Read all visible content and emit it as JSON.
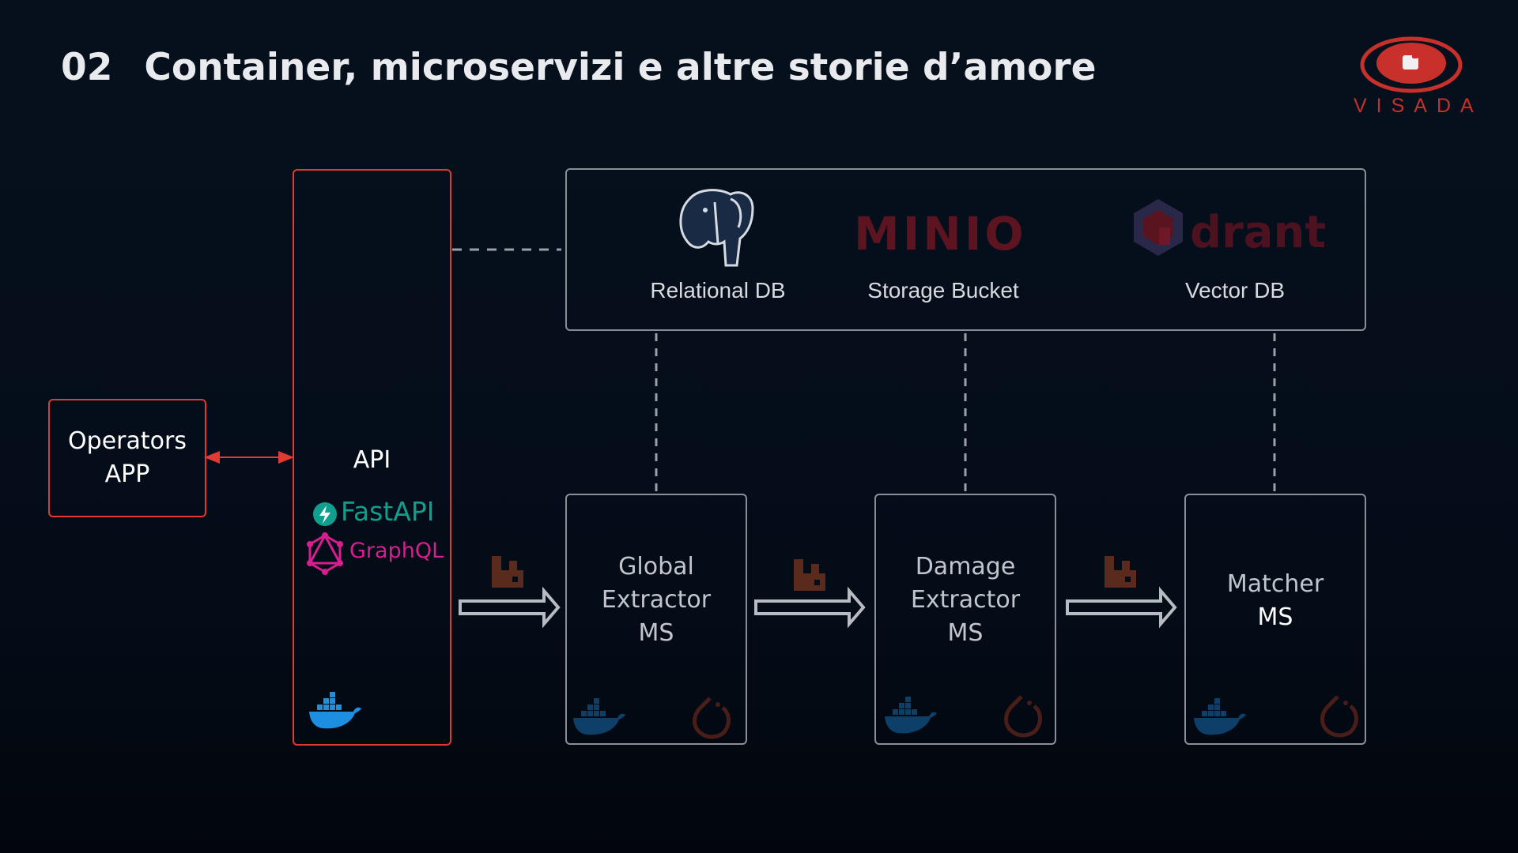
{
  "slide": {
    "number": "02",
    "title": "Container, microservizi e altre storie d’amore"
  },
  "logo": {
    "text": "VISADA",
    "color": "#c8302b"
  },
  "colors": {
    "accent_red": "#e03a32",
    "box_grey": "#8a8f96",
    "fastapi_teal": "#0f9f8c",
    "graphql_pink": "#d81d8f",
    "docker_blue": "#1d8fe0"
  },
  "operators": {
    "line1": "Operators",
    "line2": "APP"
  },
  "api": {
    "label": "API",
    "frameworks": {
      "fastapi": "FastAPI",
      "graphql": "GraphQL"
    },
    "container_icon": "docker-whale-icon"
  },
  "storage": {
    "relational": {
      "label": "Relational DB",
      "icon": "postgresql-elephant-icon"
    },
    "bucket": {
      "label": "Storage Bucket",
      "logo": "MINIO"
    },
    "vector": {
      "label": "Vector DB",
      "logo": "drant"
    }
  },
  "services": [
    {
      "lines": [
        "Global",
        "Extractor",
        "MS"
      ],
      "icons": [
        "docker-whale-icon",
        "pytorch-icon"
      ]
    },
    {
      "lines": [
        "Damage",
        "Extractor",
        "MS"
      ],
      "icons": [
        "docker-whale-icon",
        "pytorch-icon"
      ]
    },
    {
      "lines": [
        "Matcher",
        "MS"
      ],
      "icons": [
        "docker-whale-icon",
        "pytorch-icon"
      ]
    }
  ],
  "queue_icon": "rabbitmq-icon"
}
